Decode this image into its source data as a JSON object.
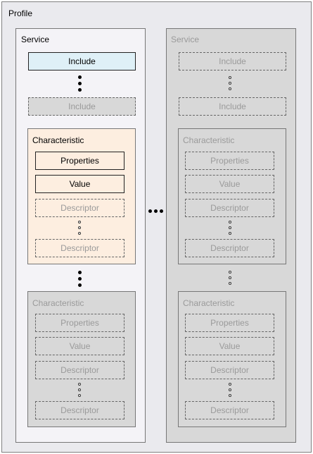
{
  "profile_label": "Profile",
  "service_label": "Service",
  "include_label": "Include",
  "characteristic_label": "Characteristic",
  "properties_label": "Properties",
  "value_label": "Value",
  "descriptor_label": "Descriptor",
  "colors": {
    "profile_bg": "#eaeaee",
    "active_service_bg": "#f4f3f7",
    "active_include_bg": "#dff0f7",
    "active_characteristic_bg": "#fdeee0",
    "inactive_bg": "#d8d8d8",
    "inactive_text": "#9a9a9a"
  }
}
